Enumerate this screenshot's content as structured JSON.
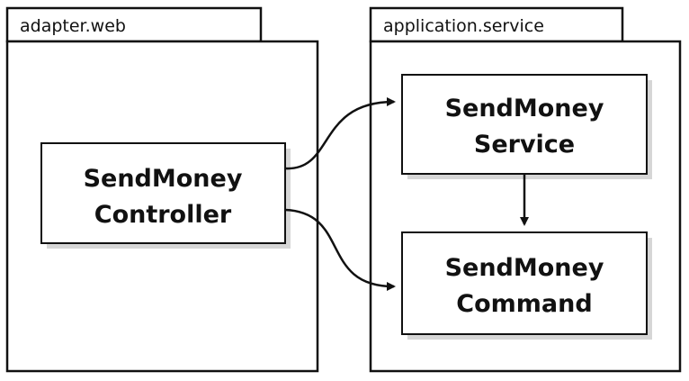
{
  "packages": {
    "left": {
      "label": "adapter.web"
    },
    "right": {
      "label": "application.service"
    }
  },
  "boxes": {
    "controller": {
      "line1": "SendMoney",
      "line2": "Controller"
    },
    "service": {
      "line1": "SendMoney",
      "line2": "Service"
    },
    "command": {
      "line1": "SendMoney",
      "line2": "Command"
    }
  },
  "colors": {
    "stroke": "#111111",
    "box_fill": "#ffffff",
    "shadow": "#d6d6d6"
  }
}
